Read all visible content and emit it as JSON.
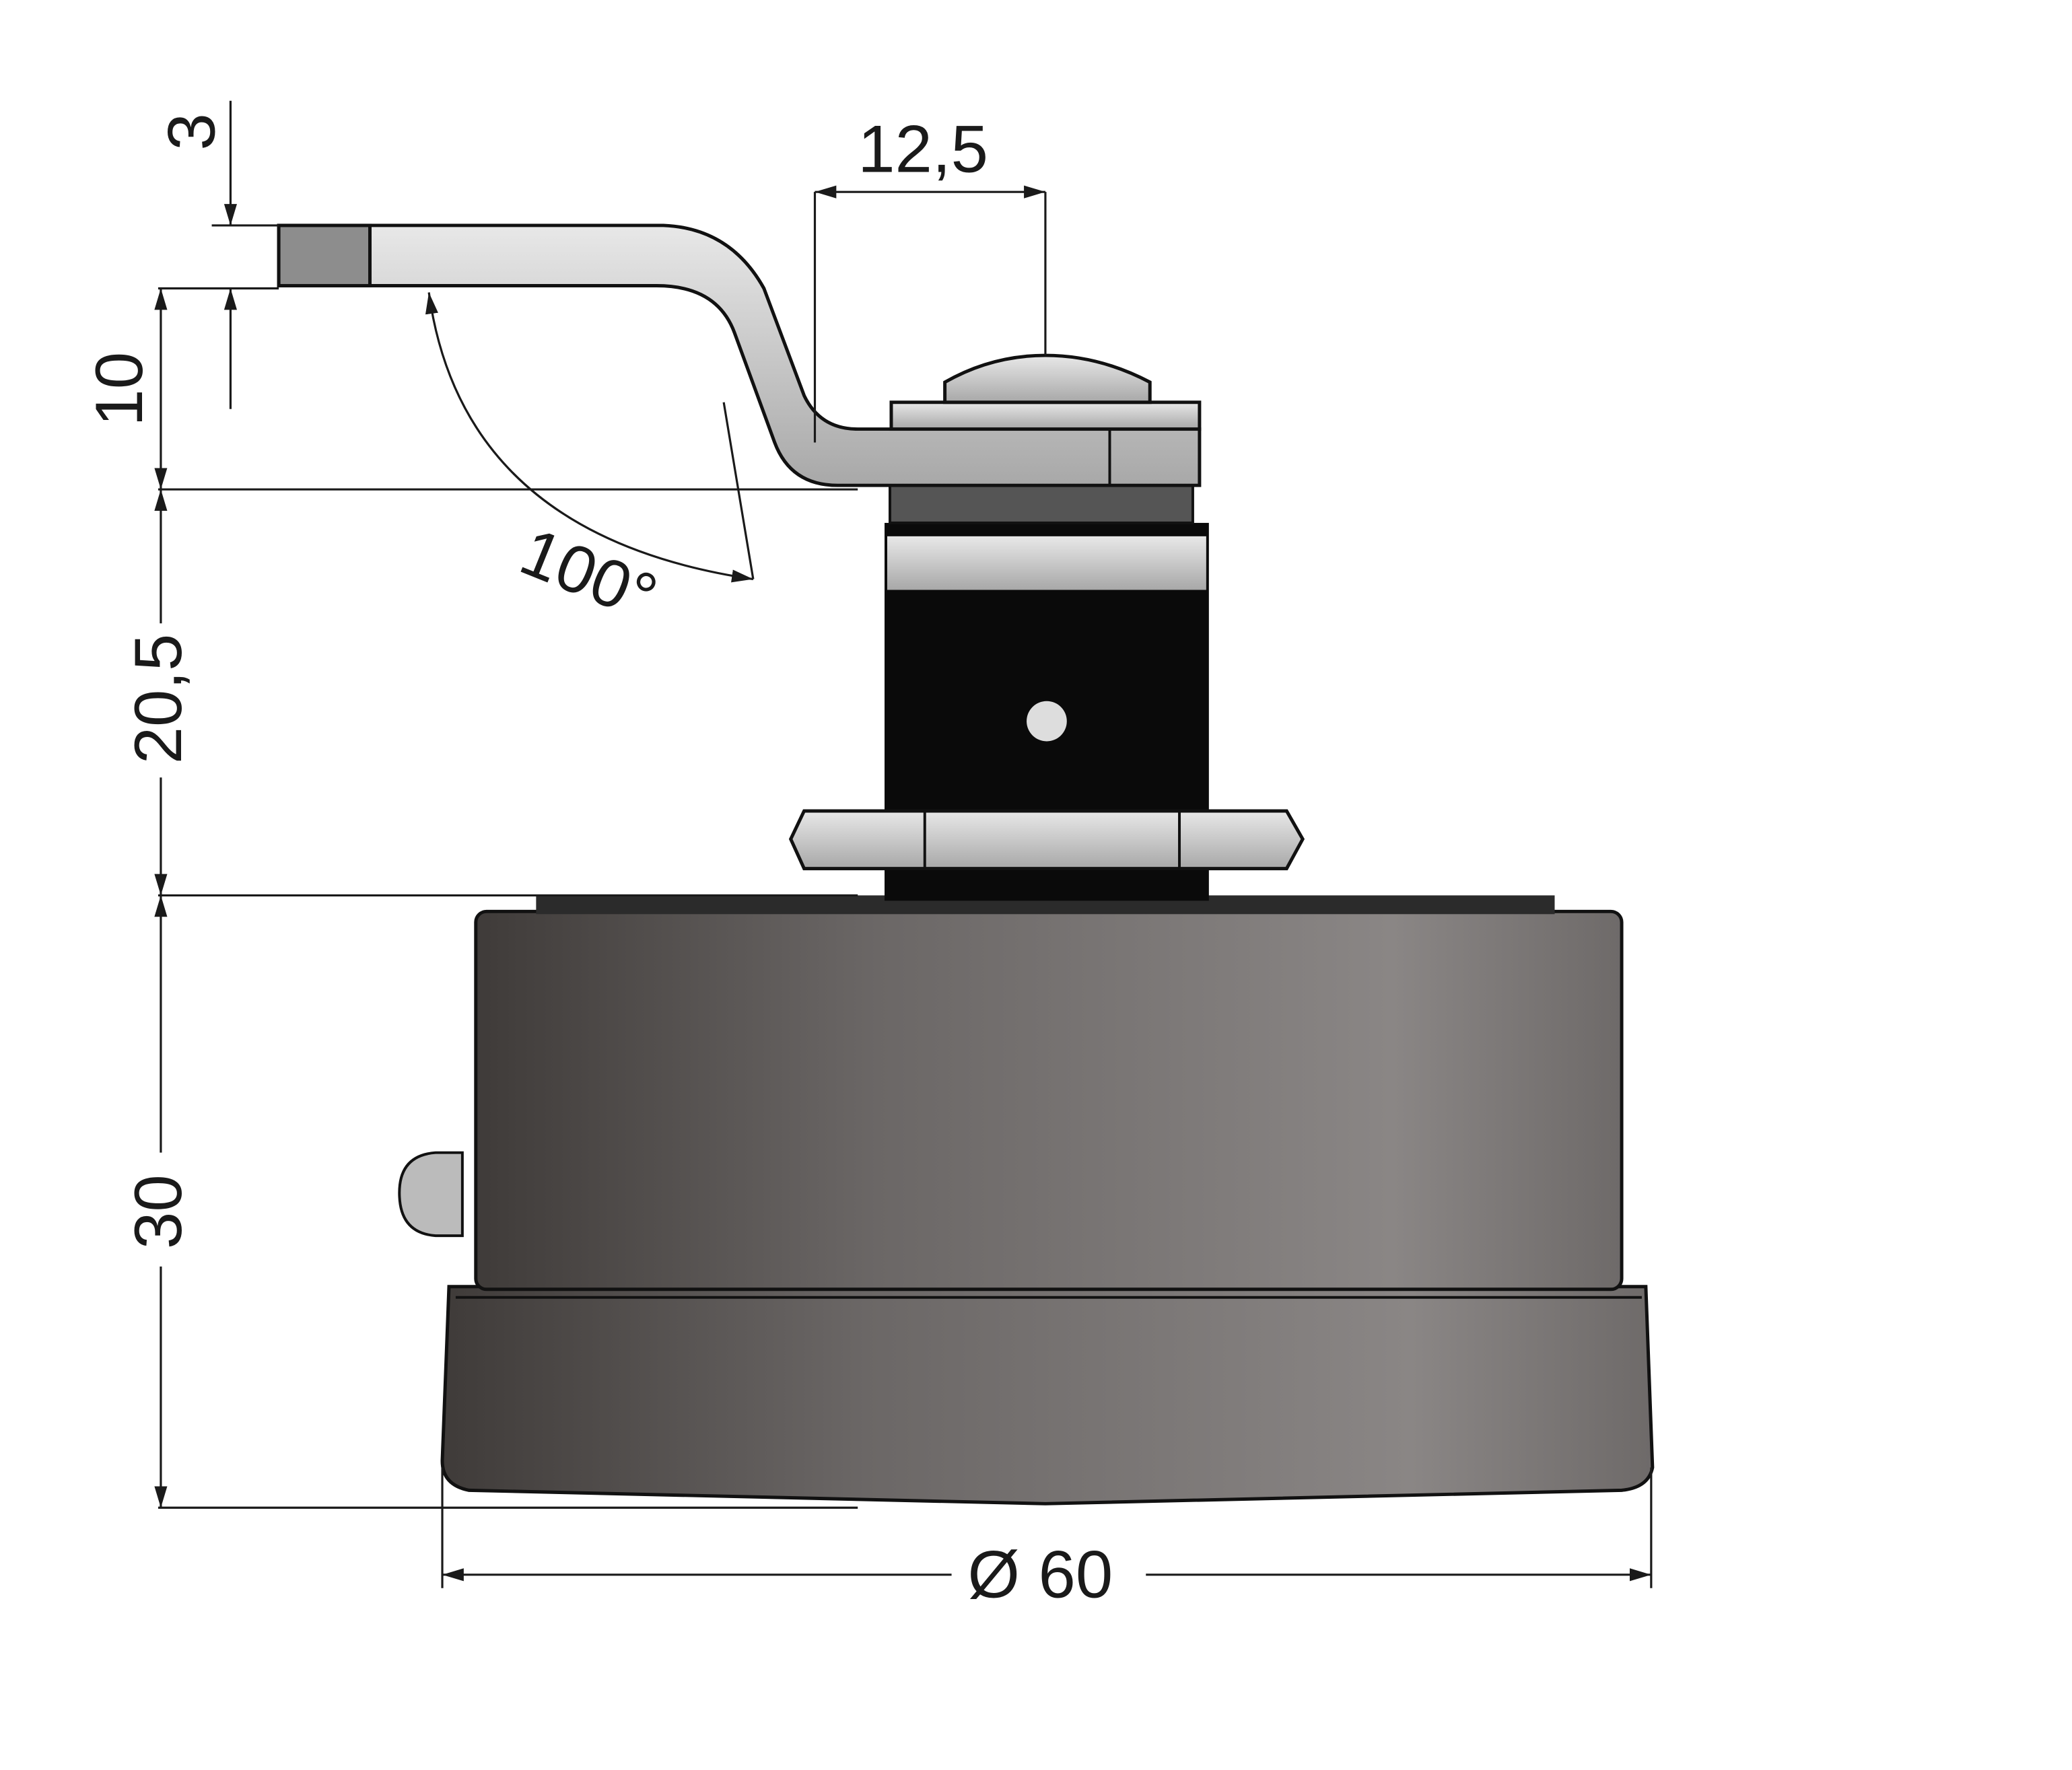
{
  "dimensions": {
    "lever_thickness": "3",
    "lever_offset": "10",
    "shaft_height": "20,5",
    "body_height": "30",
    "lever_reach": "12,5",
    "swing_angle": "100°",
    "diameter": "Ø 60"
  },
  "colors": {
    "body_dark": "#3f3b39",
    "body_light": "#8a8685",
    "metal": "#c8c8c8",
    "shaft": "#0a0a0a"
  }
}
